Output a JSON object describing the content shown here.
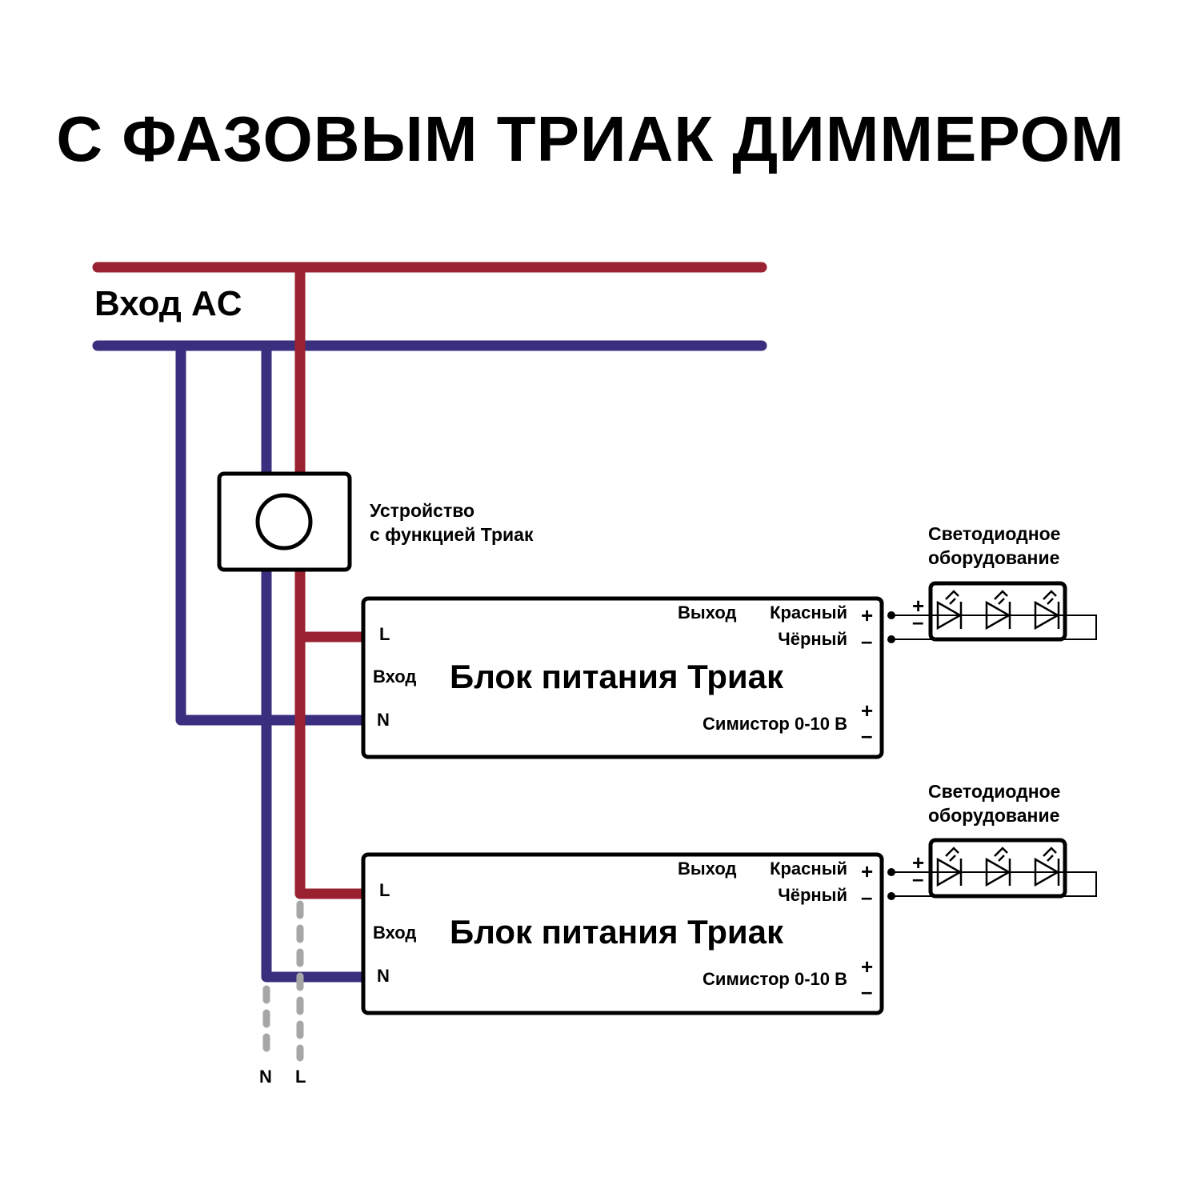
{
  "title": "С ФАЗОВЫМ ТРИАК ДИММЕРОМ",
  "colors": {
    "phase_L": "#9a2230",
    "neutral_N": "#3a2e7e",
    "optional": "#a6a6a6",
    "outline": "#000000"
  },
  "ac_input": {
    "label": "Вход AC"
  },
  "dimmer": {
    "label_line1": "Устройство",
    "label_line2": "с функцией Триак",
    "icon": "dimmer-knob-icon"
  },
  "power_supplies": [
    {
      "title": "Блок питания Триак",
      "input_label": "Вход",
      "terminal_L": "L",
      "terminal_N": "N",
      "output_label": "Выход",
      "red_label": "Красный",
      "black_label": "Чёрный",
      "plus": "+",
      "minus": "–",
      "dim_label": "Симистор 0-10 В",
      "dim_plus": "+",
      "dim_minus": "–"
    },
    {
      "title": "Блок питания Триак",
      "input_label": "Вход",
      "terminal_L": "L",
      "terminal_N": "N",
      "output_label": "Выход",
      "red_label": "Красный",
      "black_label": "Чёрный",
      "plus": "+",
      "minus": "–",
      "dim_label": "Симистор 0-10 В",
      "dim_plus": "+",
      "dim_minus": "–"
    }
  ],
  "led_loads": [
    {
      "label_line1": "Светодиодное",
      "label_line2": "оборудование",
      "plus": "+",
      "minus": "–",
      "led_count": 3
    },
    {
      "label_line1": "Светодиодное",
      "label_line2": "оборудование",
      "plus": "+",
      "minus": "–",
      "led_count": 3
    }
  ],
  "continuation": {
    "N": "N",
    "L": "L"
  }
}
